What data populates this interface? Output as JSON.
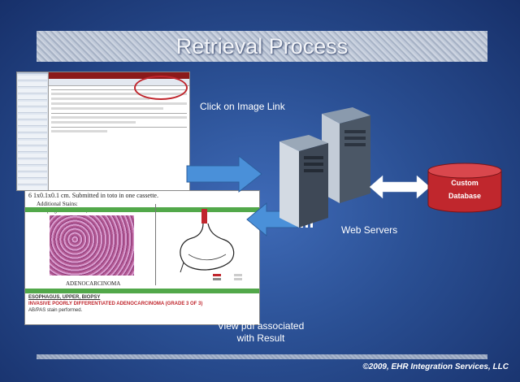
{
  "slide": {
    "title": "Retrieval Process",
    "copyright": "©2009, EHR Integration Services, LLC"
  },
  "labels": {
    "click_image_link": "Click on Image Link",
    "web_servers": "Web Servers",
    "view_pdf_line1": "View pdf associated",
    "view_pdf_line2": "with Result"
  },
  "database": {
    "line1": "Custom",
    "line2": "Database"
  },
  "pdf": {
    "top_text_1": "6 1x0.1x0.1 cm. Submitted in toto in one cassette.",
    "top_text_2": "Additional Stains:",
    "top_text_3": "Esophagus: H&E slides, Mucin Stain",
    "caption": "ADENOCARCINOMA",
    "specimen": "ESOPHAGUS, UPPER, BIOPSY",
    "diagnosis": "INVASIVE POORLY DIFFERENTIATED ADENOCARCINOMA (GRADE 3 OF 3)",
    "stain_note": "AB/PAS stain performed."
  },
  "colors": {
    "accent_red": "#c0262d",
    "arrow_blue": "#4a90d9",
    "db_red": "#c0272d"
  }
}
